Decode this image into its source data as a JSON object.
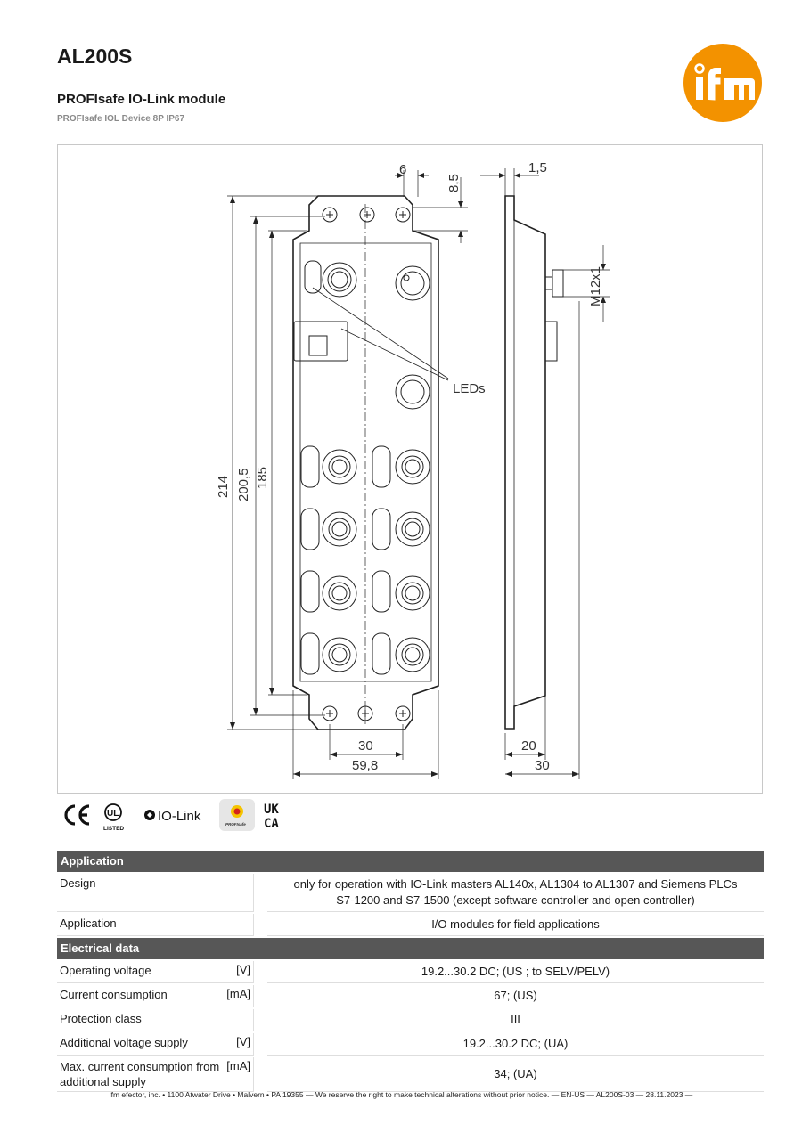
{
  "header": {
    "title": "AL200S",
    "subtitle": "PROFIsafe IO-Link module",
    "subline": "PROFIsafe IOL Device 8P IP67"
  },
  "logo": {
    "text": "ifm",
    "color": "#f39200"
  },
  "drawing": {
    "dims": {
      "d6": "6",
      "d8_5": "8,5",
      "d1_5": "1,5",
      "m12": "M12x1",
      "d214": "214",
      "d200_5": "200,5",
      "d185": "185",
      "d30_top": "30",
      "d59_8": "59,8",
      "d20": "20",
      "d30_side": "30"
    },
    "leds_label": "LEDs"
  },
  "certifications": {
    "ce": "CE",
    "ul": "UL",
    "ul_listed": "LISTED",
    "iolink": "IO-Link",
    "profisafe": "PROFIsafe",
    "ukca_top": "UK",
    "ukca_bottom": "CA"
  },
  "sections": [
    {
      "title": "Application",
      "rows": [
        {
          "label": "Design",
          "unit": "",
          "value": "only for operation with IO-Link masters AL140x, AL1304 to AL1307 and Siemens PLCs S7-1200 and S7-1500 (except software controller and open controller)"
        },
        {
          "label": "Application",
          "unit": "",
          "value": "I/O modules for field applications"
        }
      ]
    },
    {
      "title": "Electrical data",
      "rows": [
        {
          "label": "Operating voltage",
          "unit": "[V]",
          "value": "19.2...30.2 DC;  (US ; to SELV/PELV)"
        },
        {
          "label": "Current consumption",
          "unit": "[mA]",
          "value": "67;  (US)"
        },
        {
          "label": "Protection class",
          "unit": "",
          "value": "III"
        },
        {
          "label": "Additional voltage supply",
          "unit": "[V]",
          "value": "19.2...30.2 DC;  (UA)"
        },
        {
          "label": "Max. current consumption from additional supply",
          "unit": "[mA]",
          "value": "34;  (UA)"
        }
      ]
    }
  ],
  "footer": "ifm efector, inc. • 1100 Atwater Drive • Malvern • PA 19355 — We reserve the right to make technical alterations without prior notice. — EN-US — AL200S-03 — 28.11.2023 —"
}
